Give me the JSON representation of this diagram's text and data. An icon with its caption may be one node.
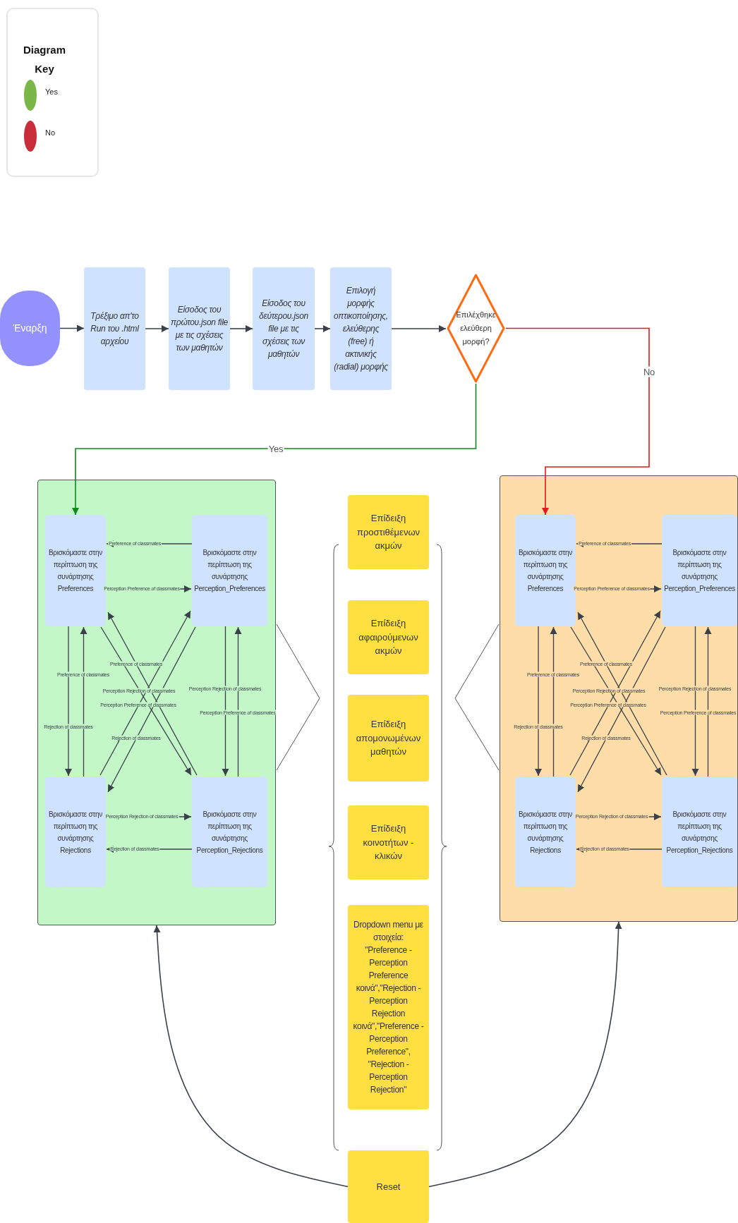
{
  "diagram": {
    "nodes": [
      {
        "text": [
          "Έναρξη"
        ]
      },
      {
        "text": [
          "Τρέξιμο απ'το Run του .html αρχείου"
        ]
      },
      {
        "text": [
          "Είσοδος του πρώτου.json file με τις σχέσεις των μαθητών"
        ]
      },
      {
        "text": [
          "Είσοδος του δεύτερου.json file με τις σχέσεις των μαθητών"
        ]
      },
      {
        "text": [
          "Επιλογή μορφής οπτικοποίησης, ελεύθερης (free) ή ακτινικής (radial) μορφής"
        ]
      },
      {
        "text": [
          "Επιλέχθηκε ελεύθερη μορφή?"
        ]
      },
      {
        "text": [],
        "shape": "box"
      },
      {
        "text": [
          "Βρισκόμαστε στην περίπτωση της συνάρτησης Preferences"
        ],
        "in": 6
      },
      {
        "text": [
          "Βρισκόμαστε στην περίπτωση της συνάρτησης Perception_Preferences"
        ],
        "in": 6
      },
      {
        "text": [
          "Βρισκόμαστε στην περίπτωση της συνάρτησης Rejections"
        ],
        "in": 6
      },
      {
        "text": [
          "Βρισκόμαστε στην περίπτωση της συνάρτησης Perception_Rejections"
        ],
        "in": 6
      },
      {
        "text": [
          "Επίδειξη προστιθέμενων ακμών"
        ]
      },
      {
        "text": [
          "Επίδειξη αφαιρούμενων ακμών"
        ]
      },
      {
        "text": [
          "Επίδειξη απομονωμένων μαθητών"
        ]
      },
      {
        "text": [
          "Επίδειξη κοινοτήτων - κλικών"
        ]
      },
      {
        "text": [
          "Dropdown menu με στοιχεία: \"Preference - Perception Preference κοινά\",\"Rejection - Perception Rejection κοινά\",\"Preference - Perception Preference\", \"Rejection - Perception Rejection\""
        ]
      },
      {
        "text": [],
        "shape": "box"
      },
      {
        "text": [
          "Βρισκόμαστε στην περίπτωση της συνάρτησης Preferences"
        ],
        "in": 16
      },
      {
        "text": [
          "Βρισκόμαστε στην περίπτωση της συνάρτησης Perception_Preferences"
        ],
        "in": 16
      },
      {
        "text": [
          "Βρισκόμαστε στην περίπτωση της συνάρτησης Rejections"
        ],
        "in": 16
      },
      {
        "text": [
          "Βρισκόμαστε στην περίπτωση της συνάρτησης Perception_Rejections"
        ],
        "in": 16
      },
      {
        "text": [
          "Reset"
        ]
      }
    ],
    "edges": [
      {
        "from": 0,
        "to": 1,
        "arrow": "to"
      },
      {
        "from": 1,
        "to": 2,
        "arrow": "to"
      },
      {
        "from": 2,
        "to": 3,
        "arrow": "to"
      },
      {
        "from": 3,
        "to": 4,
        "arrow": "to"
      },
      {
        "from": 4,
        "to": 5,
        "arrow": "to"
      },
      {
        "from": 5,
        "to": 7,
        "arrow": "to",
        "label": "Yes",
        "color": "#0c8a1c"
      },
      {
        "from": 5,
        "to": 17,
        "arrow": "to",
        "label": "No",
        "color": "#e01b1b"
      },
      {
        "from": 8,
        "to": 7,
        "arrow": "to",
        "label": "Preference of classmates"
      },
      {
        "from": 7,
        "to": 8,
        "arrow": "to",
        "label": "Perception Preference of classmates"
      },
      {
        "from": 9,
        "to": 7,
        "arrow": "to",
        "label": "Preference of classmates"
      },
      {
        "from": 7,
        "to": 9,
        "arrow": "to",
        "label": "Rejection of classmates"
      },
      {
        "from": 10,
        "to": 7,
        "arrow": "to",
        "label": "Preference of classmates"
      },
      {
        "from": 7,
        "to": 10,
        "arrow": "to",
        "label": "Perception Rejection of classmates"
      },
      {
        "from": 9,
        "to": 8,
        "arrow": "to",
        "label": "Perception Preference of classmates"
      },
      {
        "from": 8,
        "to": 9,
        "arrow": "to",
        "label": "Rejection of classmates"
      },
      {
        "from": 8,
        "to": 10,
        "arrow": "to",
        "label": "Perception Rejection of classmates"
      },
      {
        "from": 10,
        "to": 8,
        "arrow": "to",
        "label": "Perception Preference of classmates"
      },
      {
        "from": 9,
        "to": 10,
        "arrow": "to",
        "label": "Perception Rejection of classmates"
      },
      {
        "from": 10,
        "to": 9,
        "arrow": "to",
        "label": "Rejection of classmates"
      },
      {
        "from": 18,
        "to": 17,
        "arrow": "to",
        "label": "Preference of classmates"
      },
      {
        "from": 17,
        "to": 18,
        "arrow": "to",
        "label": "Perception Preference of classmates"
      },
      {
        "from": 19,
        "to": 17,
        "arrow": "to",
        "label": "Preference of classmates"
      },
      {
        "from": 17,
        "to": 19,
        "arrow": "to",
        "label": "Rejection of classmates"
      },
      {
        "from": 20,
        "to": 17,
        "arrow": "to",
        "label": "Preference of classmates"
      },
      {
        "from": 17,
        "to": 20,
        "arrow": "to",
        "label": "Perception Rejection of classmates"
      },
      {
        "from": 19,
        "to": 18,
        "arrow": "to",
        "label": "Perception Preference of classmates"
      },
      {
        "from": 18,
        "to": 19,
        "arrow": "to",
        "label": "Rejection of classmates"
      },
      {
        "from": 18,
        "to": 20,
        "arrow": "to",
        "label": "Perception Rejection of classmates"
      },
      {
        "from": 20,
        "to": 18,
        "arrow": "to",
        "label": "Perception Preference of classmates"
      },
      {
        "from": 19,
        "to": 20,
        "arrow": "to",
        "label": "Perception Rejection of classmates"
      },
      {
        "from": 20,
        "to": 19,
        "arrow": "to",
        "label": "Rejection of classmates"
      },
      {
        "from": 21,
        "to": 6,
        "arrow": "to"
      },
      {
        "from": 21,
        "to": 16,
        "arrow": "to"
      }
    ],
    "labels": [
      "Diagram Key"
    ],
    "legend": [
      {
        "text": "Yes",
        "color": "#7ab648"
      },
      {
        "text": "No",
        "color": "#c92d39"
      }
    ]
  }
}
